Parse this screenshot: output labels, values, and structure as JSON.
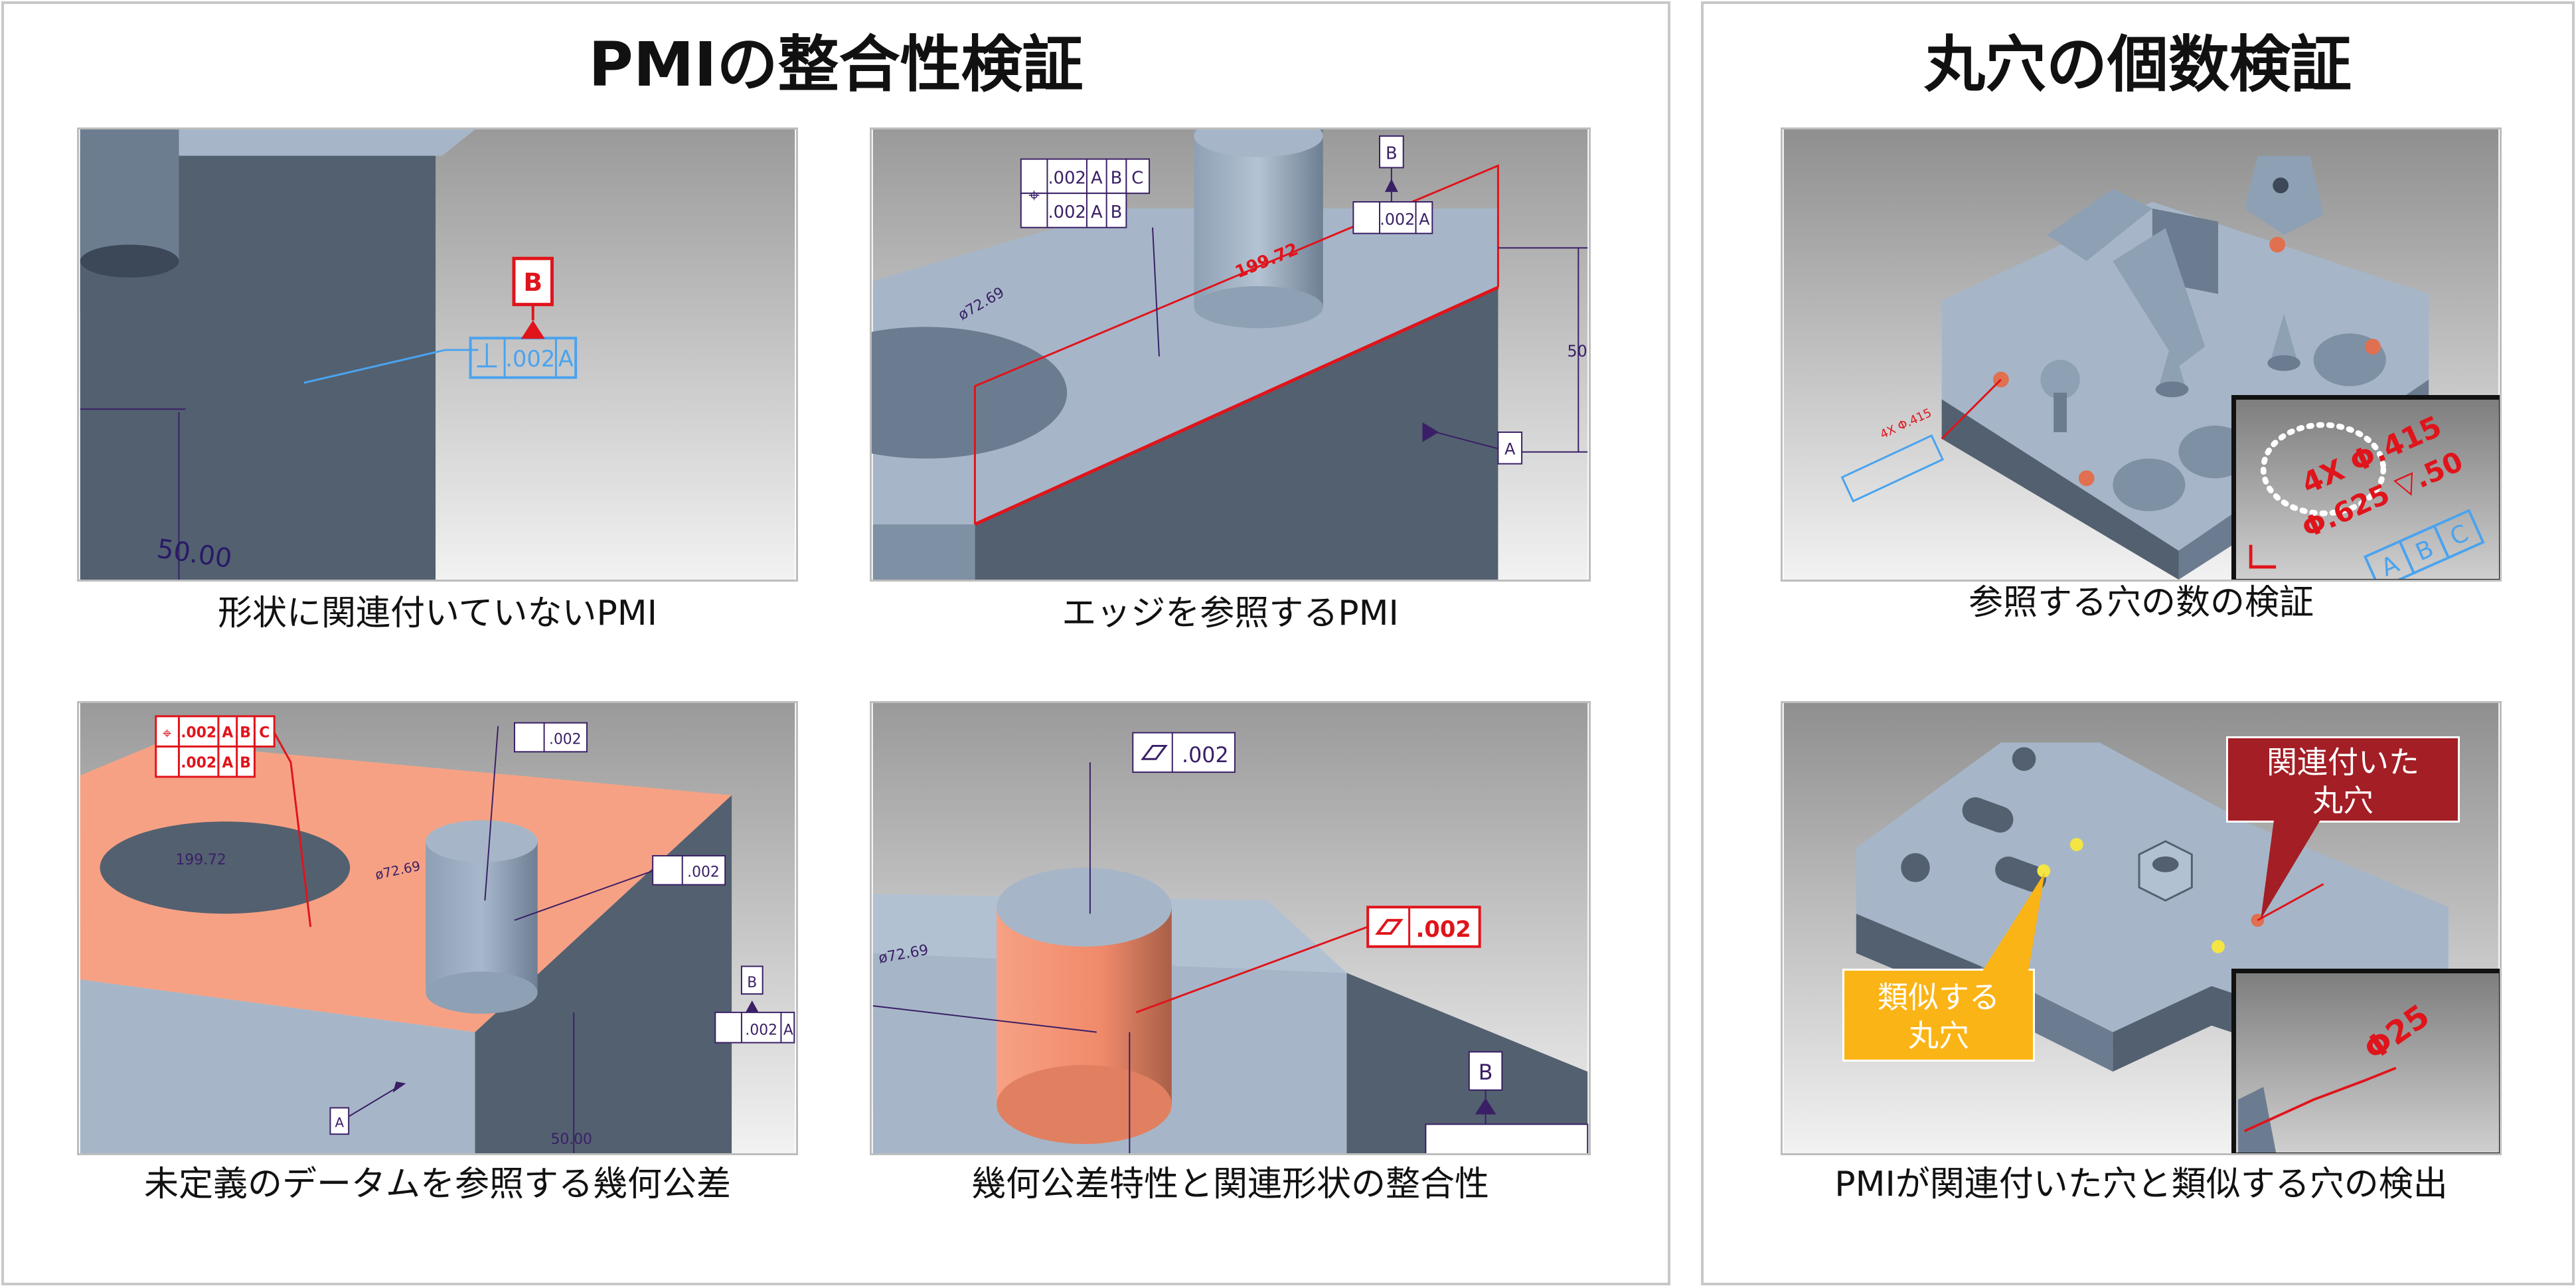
{
  "left_panel": {
    "title": "PMIの整合性検証",
    "figures": [
      {
        "caption": "形状に関連付いていないPMI",
        "labels": {
          "datum": "B",
          "tol": ".002",
          "ref": "A",
          "dim": "50.00"
        }
      },
      {
        "caption": "エッジを参照するPMI",
        "labels": {
          "dim": "199.72",
          "dia": "ø72.69",
          "fcf1": ".002",
          "fcf2": ".002",
          "a": "A",
          "b": "B",
          "c": "C",
          "tol": ".002",
          "side": "50.0",
          "ref": "A",
          "datumB": "B"
        }
      },
      {
        "caption": "未定義のデータムを参照する幾何公差",
        "labels": {
          "fcf1": ".002",
          "fcf2": ".002",
          "a": "A",
          "b": "B",
          "c": "C",
          "flat1": ".002",
          "flat2": ".002",
          "dim": "199.72",
          "dia": "ø72.69",
          "tol": ".002",
          "ref": "A",
          "datumB": "B",
          "dim50": "50.00"
        }
      },
      {
        "caption": "幾何公差特性と関連形状の整合性",
        "labels": {
          "flat1": ".002",
          "flat2": ".002",
          "dia": "ø72.69",
          "datumB": "B"
        }
      }
    ]
  },
  "right_panel": {
    "title": "丸穴の個数検証",
    "figures": [
      {
        "caption": "参照する穴の数の検証",
        "inset": {
          "line1": "4X Φ.415",
          "line2": "Φ.625 ▽.50",
          "refs": [
            "A",
            "B",
            "C"
          ]
        }
      },
      {
        "caption": "PMIが関連付いた穴と類似する穴の検出",
        "callout_associated": "関連付いた\n丸穴",
        "callout_similar": "類似する\n丸穴",
        "inset": {
          "label": "Φ25"
        }
      }
    ]
  },
  "colors": {
    "cad_face_top": "#a3b3c6",
    "cad_face_side": "#536070",
    "pmi_red": "#e0141b",
    "pmi_blue": "#4aa3ef",
    "pmi_purple": "#3a1f66",
    "highlight": "#f7a184",
    "callout_red": "#a31e25",
    "callout_yellow": "#fbb415"
  }
}
